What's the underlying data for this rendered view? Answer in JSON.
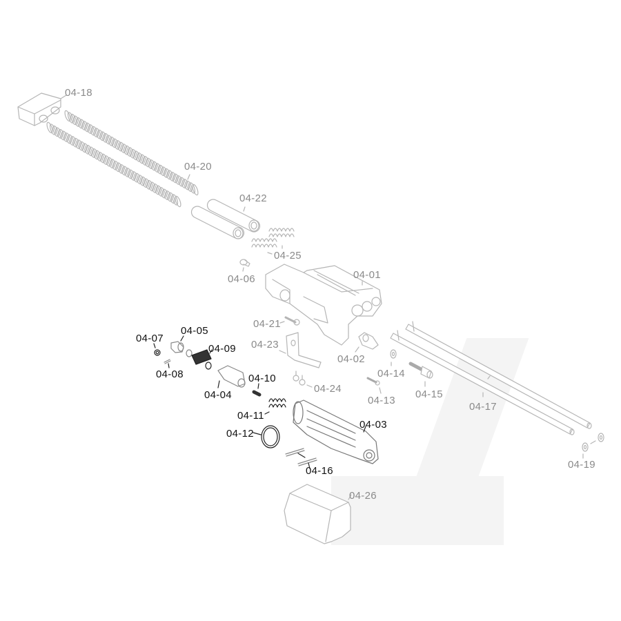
{
  "diagram": {
    "type": "exploded-parts-diagram",
    "colors": {
      "faded": "#8a8a8a",
      "highlight": "#111111",
      "line": "#b5b5b5",
      "dark_line": "#222222"
    },
    "parts": [
      {
        "id": "p0418",
        "label": "04-18",
        "highlighted": false,
        "name": "guide-block"
      },
      {
        "id": "p0420",
        "label": "04-20",
        "highlighted": false,
        "name": "recoil-springs"
      },
      {
        "id": "p0422",
        "label": "04-22",
        "highlighted": false,
        "name": "tubes"
      },
      {
        "id": "p0425",
        "label": "04-25",
        "highlighted": false,
        "name": "small-springs"
      },
      {
        "id": "p0406",
        "label": "04-06",
        "highlighted": false,
        "name": "screw"
      },
      {
        "id": "p0401",
        "label": "04-01",
        "highlighted": false,
        "name": "bolt-carrier"
      },
      {
        "id": "p0421",
        "label": "04-21",
        "highlighted": false,
        "name": "screw"
      },
      {
        "id": "p0423",
        "label": "04-23",
        "highlighted": false,
        "name": "bracket"
      },
      {
        "id": "p0402",
        "label": "04-02",
        "highlighted": false,
        "name": "block"
      },
      {
        "id": "p0424",
        "label": "04-24",
        "highlighted": false,
        "name": "screws"
      },
      {
        "id": "p0414",
        "label": "04-14",
        "highlighted": false,
        "name": "washer"
      },
      {
        "id": "p0413",
        "label": "04-13",
        "highlighted": false,
        "name": "screw"
      },
      {
        "id": "p0415",
        "label": "04-15",
        "highlighted": false,
        "name": "bolt"
      },
      {
        "id": "p0417",
        "label": "04-17",
        "highlighted": false,
        "name": "guide-rods"
      },
      {
        "id": "p0419",
        "label": "04-19",
        "highlighted": false,
        "name": "washers"
      },
      {
        "id": "p0426",
        "label": "04-26",
        "highlighted": false,
        "name": "buffer-block"
      },
      {
        "id": "p0407",
        "label": "04-07",
        "highlighted": true,
        "name": "o-ring"
      },
      {
        "id": "p0405",
        "label": "04-05",
        "highlighted": true,
        "name": "valve-head"
      },
      {
        "id": "p0409",
        "label": "04-09",
        "highlighted": true,
        "name": "spring"
      },
      {
        "id": "p0408",
        "label": "04-08",
        "highlighted": true,
        "name": "pin"
      },
      {
        "id": "p0404",
        "label": "04-04",
        "highlighted": true,
        "name": "valve"
      },
      {
        "id": "p0410",
        "label": "04-10",
        "highlighted": true,
        "name": "set-screw"
      },
      {
        "id": "p0411",
        "label": "04-11",
        "highlighted": true,
        "name": "spring"
      },
      {
        "id": "p0412",
        "label": "04-12",
        "highlighted": true,
        "name": "o-ring"
      },
      {
        "id": "p0403",
        "label": "04-03",
        "highlighted": true,
        "name": "nozzle-housing"
      },
      {
        "id": "p0416",
        "label": "04-16",
        "highlighted": true,
        "name": "pins"
      }
    ]
  }
}
